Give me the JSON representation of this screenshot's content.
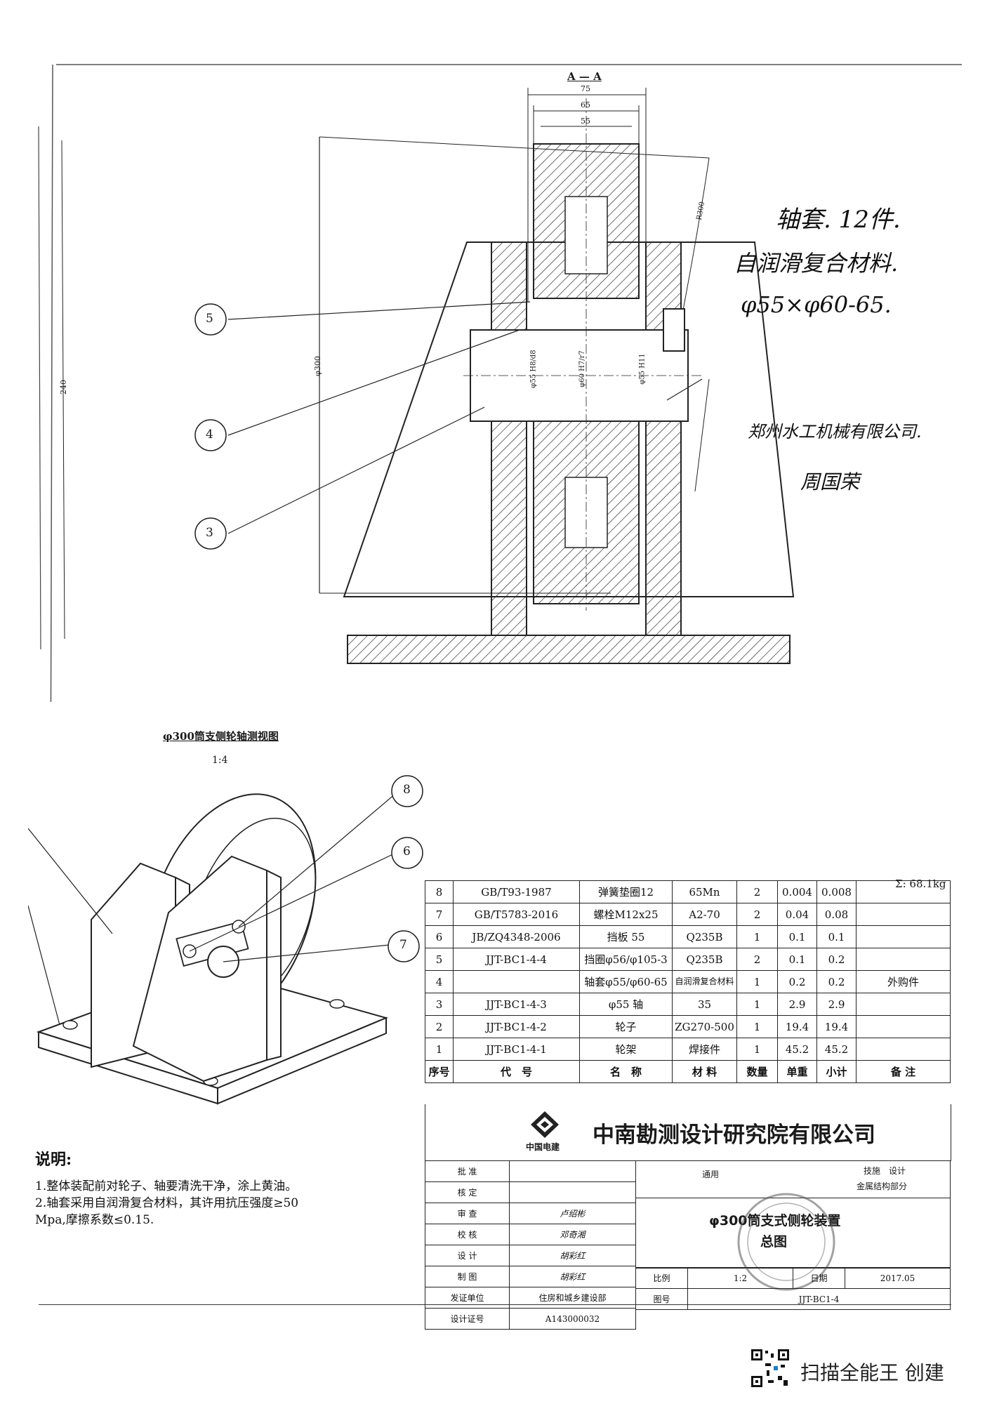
{
  "section_view": {
    "title": "A — A",
    "dims": {
      "d75": "75",
      "d65": "65",
      "d55": "55",
      "r300": "R300",
      "phi300": "φ300",
      "h240": "240"
    },
    "fits": {
      "f1": "φ55 H8/d8",
      "f2": "φ60 H7/r7",
      "f3": "φ55 H11"
    },
    "balloons": [
      "5",
      "4",
      "3"
    ]
  },
  "handnote": {
    "line1": "轴套. 12件.",
    "line2": "自润滑复合材料.",
    "line3": "φ55×φ60-65.",
    "line4": "郑州水工机械有限公司.",
    "line5": "周国荣"
  },
  "iso_view": {
    "title": "φ300筒支侧轮轴测视图",
    "scale": "1:4",
    "balloons": [
      "8",
      "6",
      "7"
    ]
  },
  "bom": {
    "total": "Σ: 68.1kg",
    "rows": [
      {
        "no": "8",
        "code": "GB/T93-1987",
        "name": "弹簧垫圈12",
        "mat": "65Mn",
        "qty": "2",
        "unit": "0.004",
        "sub": "0.008",
        "note": ""
      },
      {
        "no": "7",
        "code": "GB/T5783-2016",
        "name": "螺栓M12x25",
        "mat": "A2-70",
        "qty": "2",
        "unit": "0.04",
        "sub": "0.08",
        "note": ""
      },
      {
        "no": "6",
        "code": "JB/ZQ4348-2006",
        "name": "挡板 55",
        "mat": "Q235B",
        "qty": "1",
        "unit": "0.1",
        "sub": "0.1",
        "note": ""
      },
      {
        "no": "5",
        "code": "JJT-BC1-4-4",
        "name": "挡圈φ56/φ105-3",
        "mat": "Q235B",
        "qty": "2",
        "unit": "0.1",
        "sub": "0.2",
        "note": ""
      },
      {
        "no": "4",
        "code": "",
        "name": "轴套φ55/φ60-65",
        "mat": "自润滑复合材料",
        "qty": "1",
        "unit": "0.2",
        "sub": "0.2",
        "note": "外购件"
      },
      {
        "no": "3",
        "code": "JJT-BC1-4-3",
        "name": "φ55 轴",
        "mat": "35",
        "qty": "1",
        "unit": "2.9",
        "sub": "2.9",
        "note": ""
      },
      {
        "no": "2",
        "code": "JJT-BC1-4-2",
        "name": "轮子",
        "mat": "ZG270-500",
        "qty": "1",
        "unit": "19.4",
        "sub": "19.4",
        "note": ""
      },
      {
        "no": "1",
        "code": "JJT-BC1-4-1",
        "name": "轮架",
        "mat": "焊接件",
        "qty": "1",
        "unit": "45.2",
        "sub": "45.2",
        "note": ""
      }
    ],
    "header": {
      "no": "序号",
      "code": "代　号",
      "name": "名　称",
      "mat": "材 料",
      "qty": "数量",
      "unit": "单重",
      "sub": "小计",
      "note": "备 注"
    }
  },
  "company": {
    "logo_text": "中国电建",
    "name": "中南勘测设计研究院有限公司"
  },
  "title_block": {
    "labels": [
      "批 准",
      "核 定",
      "审 查",
      "校 核",
      "设 计",
      "制 图",
      "发证单位",
      "设计证号"
    ],
    "signatures": [
      "",
      "",
      "卢绍彬",
      "邓奇湘",
      "胡彩红",
      "胡彩红"
    ],
    "issuer": "住房和城乡建设部",
    "cert_no": "A143000032",
    "usage": "通用",
    "stage": "技施　设计",
    "dept": "金属结构部分",
    "drawing_title1": "φ300筒支式侧轮装置",
    "drawing_title2": "总图",
    "scale_label": "比例",
    "scale_value": "1:2",
    "date_label": "日期",
    "date_value": "2017.05",
    "dwg_label": "图号",
    "dwg_value": "JJT-BC1-4"
  },
  "notes": {
    "title": "说明:",
    "items": [
      "1.整体装配前对轮子、轴要清洗干净，涂上黄油。",
      "2.轴套采用自润滑复合材料，其许用抗压强度≥50",
      "Mpa,摩擦系数≤0.15."
    ]
  },
  "footer": {
    "text": "扫描全能王 创建"
  }
}
